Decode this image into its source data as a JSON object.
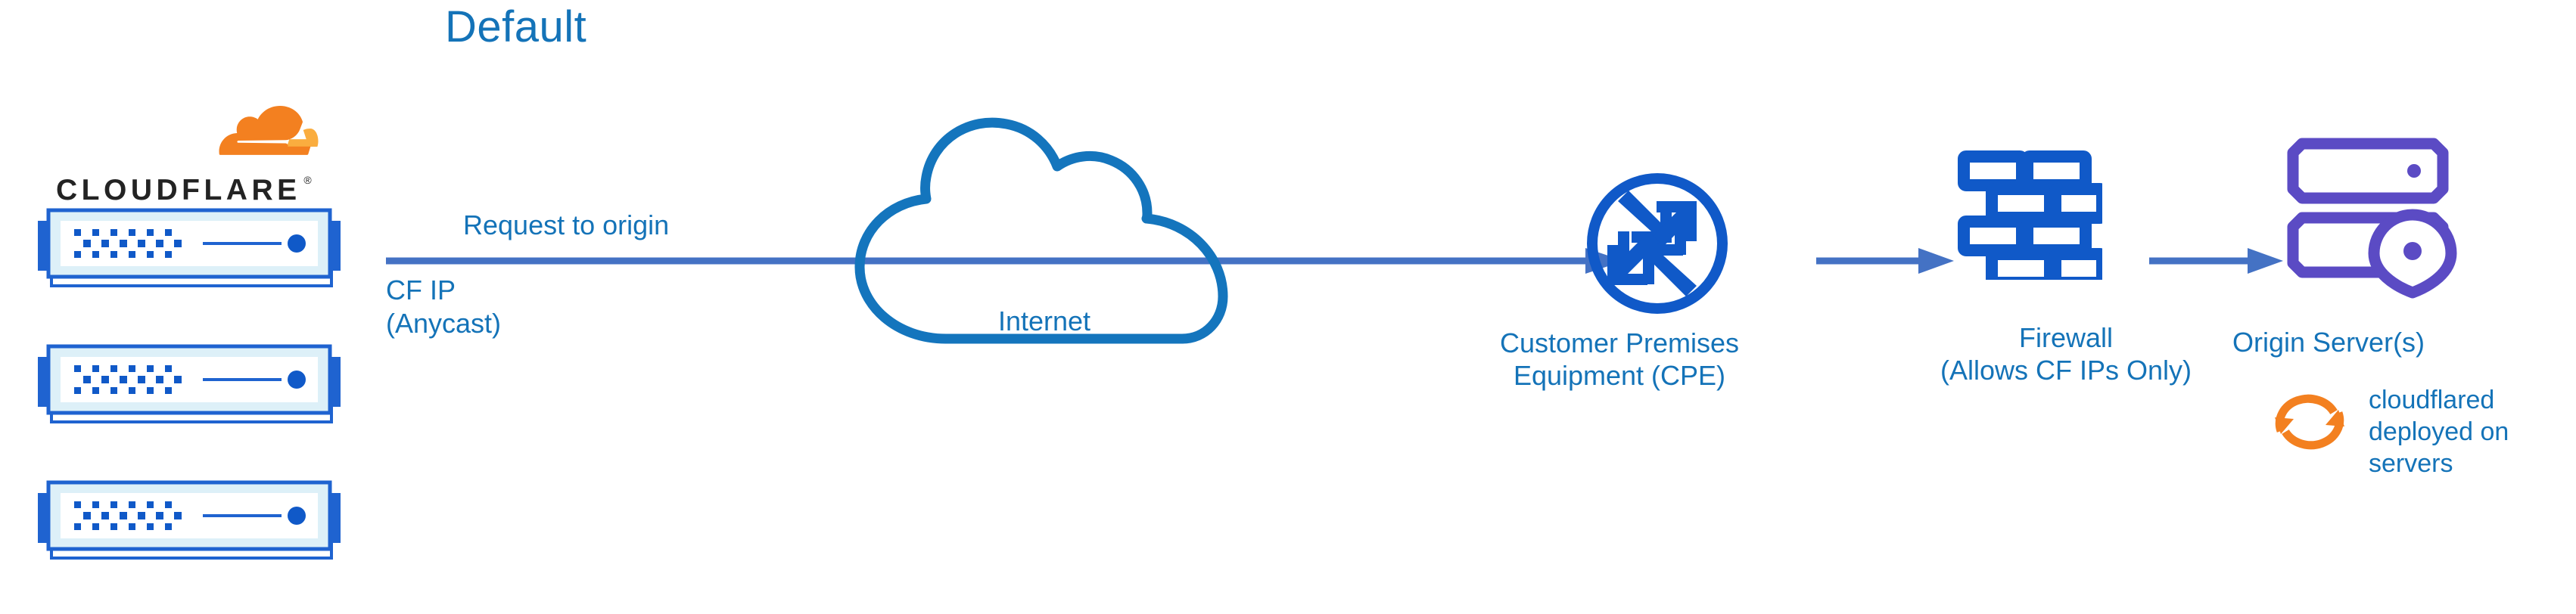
{
  "title": "Default",
  "colors": {
    "title_blue": "#1473b8",
    "label_blue": "#1473b8",
    "arrow_blue": "#4472c4",
    "icon_blue": "#1059c8",
    "cloud_blue": "#1475bd",
    "server_purple": "#5b4bc4",
    "cloudflare_orange_dark": "#f38020",
    "cloudflare_orange_light": "#faad3f",
    "wordmark_black": "#232323",
    "server_body_light": "#cfe9f5",
    "server_outline": "#1f63d0"
  },
  "brand": {
    "logo_name": "cloudflare-logo",
    "wordmark": "CLOUDFLARE",
    "registered_mark": "®",
    "cloud_icon_name": "cloudflare-cloud-icon"
  },
  "nodes": {
    "edge_servers": {
      "name": "cloudflare-edge-server-stack",
      "count": 3,
      "icon_name": "server-rack-icon"
    },
    "internet": {
      "label": "Internet",
      "icon_name": "internet-cloud-icon"
    },
    "cpe": {
      "label_line1": "Customer Premises",
      "label_line2": "Equipment (CPE)",
      "icon_name": "router-four-arrows-icon"
    },
    "firewall": {
      "label_line1": "Firewall",
      "label_line2": "(Allows CF IPs Only)",
      "icon_name": "brick-wall-icon"
    },
    "origin": {
      "label": "Origin Server(s)",
      "icon_name": "origin-server-pin-icon"
    },
    "cloudflared": {
      "label_line1": "cloudflared",
      "label_line2": "deployed on",
      "label_line3": "servers",
      "icon_name": "sync-arrows-icon"
    }
  },
  "edges": {
    "request_to_origin": {
      "label": "Request to origin",
      "sublabel_line1": "CF IP",
      "sublabel_line2": "(Anycast)",
      "name": "arrow-edge-to-cpe"
    },
    "cpe_to_firewall": {
      "name": "arrow-cpe-to-firewall"
    },
    "firewall_to_origin": {
      "name": "arrow-firewall-to-origin"
    }
  }
}
